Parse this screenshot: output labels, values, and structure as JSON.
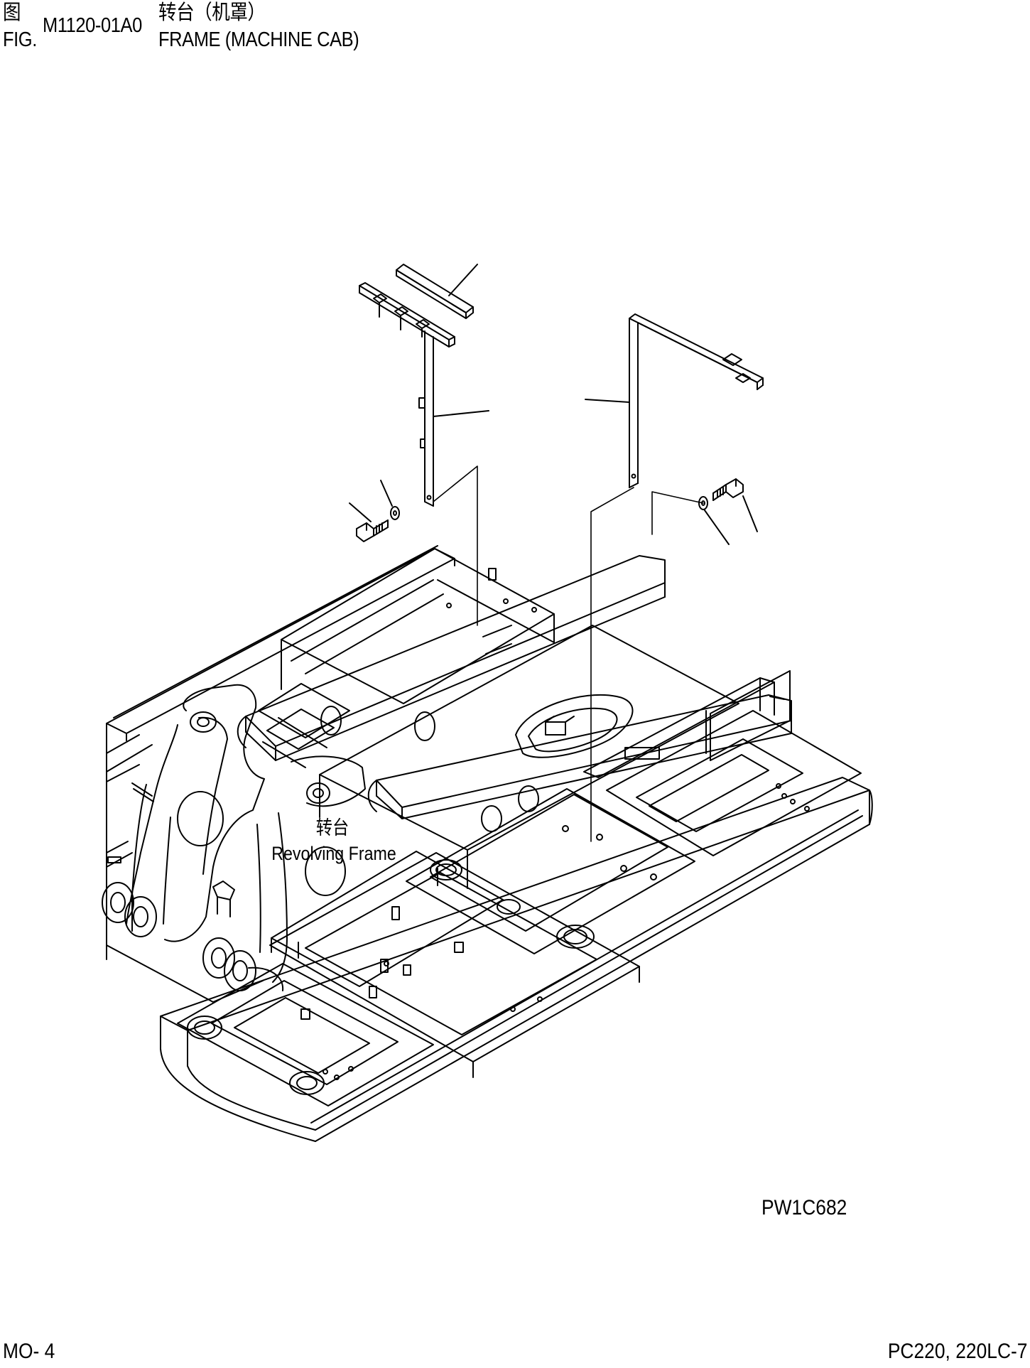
{
  "header": {
    "fig_label_cn": "图",
    "fig_label_en": "FIG.",
    "fig_number": "M1120-01A0",
    "title_cn": "转台（机罩）",
    "title_en": "FRAME (MACHINE CAB)"
  },
  "drawing": {
    "part_label_cn": "转台",
    "part_label_en": "Revolving Frame",
    "drawing_id": "PW1C682"
  },
  "footer": {
    "page_ref": "MO- 4",
    "model_ref": "PC220, 220LC-7"
  }
}
